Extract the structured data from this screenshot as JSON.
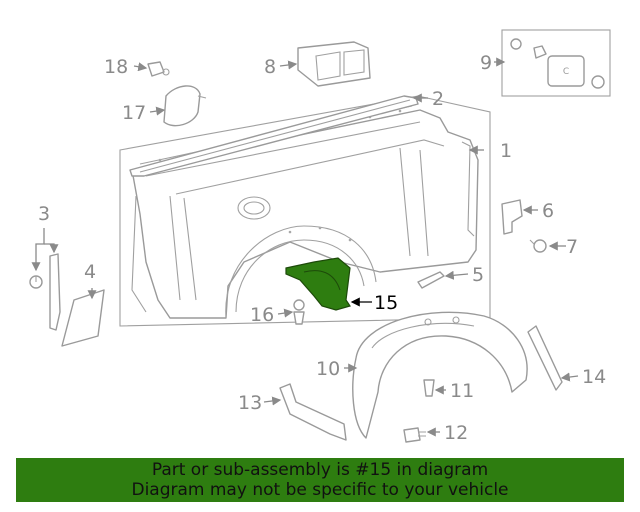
{
  "callouts": {
    "c1": "1",
    "c2": "2",
    "c3": "3",
    "c4": "4",
    "c5": "5",
    "c6": "6",
    "c7": "7",
    "c8": "8",
    "c9": "9",
    "c10": "10",
    "c11": "11",
    "c12": "12",
    "c13": "13",
    "c14": "14",
    "c15": "15",
    "c16": "16",
    "c17": "17",
    "c18": "18"
  },
  "highlight_color": "#2e7d10",
  "footer": {
    "line1": "Part or sub-assembly is #15 in diagram",
    "line2": "Diagram may not be specific to your vehicle"
  }
}
